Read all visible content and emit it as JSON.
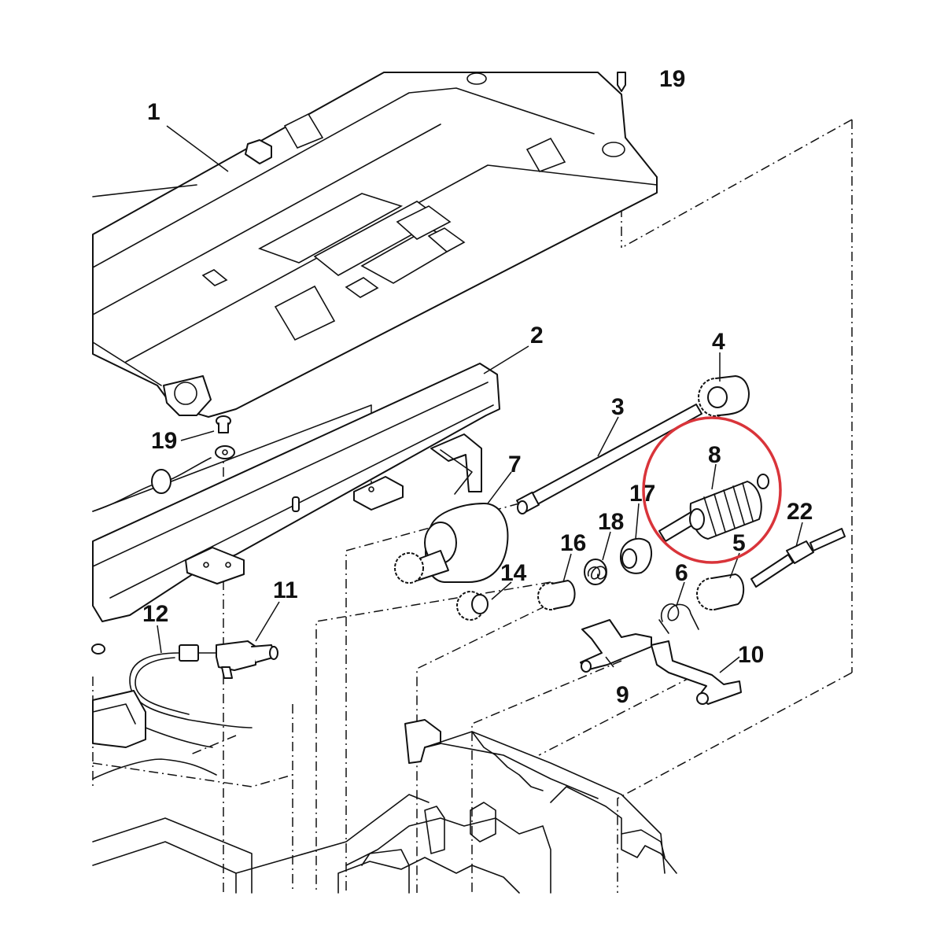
{
  "labels": {
    "p1": "1",
    "p2": "2",
    "p3": "3",
    "p4": "4",
    "p5": "5",
    "p6": "6",
    "p7": "7",
    "p8": "8",
    "p9": "9",
    "p10": "10",
    "p11": "11",
    "p12": "12",
    "p14": "14",
    "p16": "16",
    "p17": "17",
    "p18": "18",
    "p19_top": "19",
    "p19_left": "19",
    "p22": "22"
  },
  "highlight": {
    "part": "8",
    "color": "#d9343a"
  },
  "colors": {
    "line": "#111111",
    "background": "#ffffff"
  }
}
